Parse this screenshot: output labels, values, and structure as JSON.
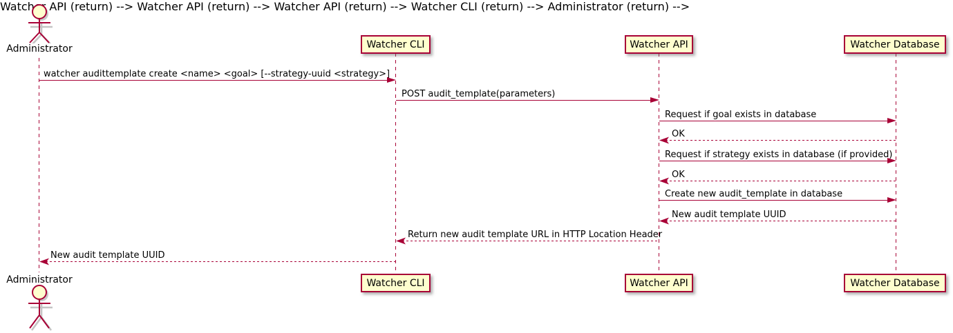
{
  "diagram": {
    "type": "sequence",
    "colors": {
      "stroke": "#A80036",
      "participant_fill": "#FEFECE",
      "text": "#000000",
      "shadow": "#BBBBBB",
      "background": "#FFFFFF"
    },
    "actor": {
      "name": "Administrator"
    },
    "participants": [
      {
        "label": "Watcher CLI"
      },
      {
        "label": "Watcher API"
      },
      {
        "label": "Watcher Database"
      }
    ],
    "messages": [
      {
        "from": "Administrator",
        "to": "Watcher CLI",
        "style": "solid",
        "label": "watcher audittemplate create <name> <goal> [--strategy-uuid <strategy>]"
      },
      {
        "from": "Watcher CLI",
        "to": "Watcher API",
        "style": "solid",
        "label": "POST audit_template(parameters)"
      },
      {
        "from": "Watcher API",
        "to": "Watcher Database",
        "style": "solid",
        "label": "Request if goal exists in database"
      },
      {
        "from": "Watcher Database",
        "to": "Watcher API",
        "style": "dashed",
        "label": "OK"
      },
      {
        "from": "Watcher API",
        "to": "Watcher Database",
        "style": "solid",
        "label": "Request if strategy exists in database (if provided)"
      },
      {
        "from": "Watcher Database",
        "to": "Watcher API",
        "style": "dashed",
        "label": "OK"
      },
      {
        "from": "Watcher API",
        "to": "Watcher Database",
        "style": "solid",
        "label": "Create new audit_template in database"
      },
      {
        "from": "Watcher Database",
        "to": "Watcher API",
        "style": "dashed",
        "label": "New audit template UUID"
      },
      {
        "from": "Watcher API",
        "to": "Watcher CLI",
        "style": "dashed",
        "label": "Return new audit template URL in HTTP Location Header"
      },
      {
        "from": "Watcher CLI",
        "to": "Administrator",
        "style": "dashed",
        "label": "New audit template UUID"
      }
    ]
  }
}
